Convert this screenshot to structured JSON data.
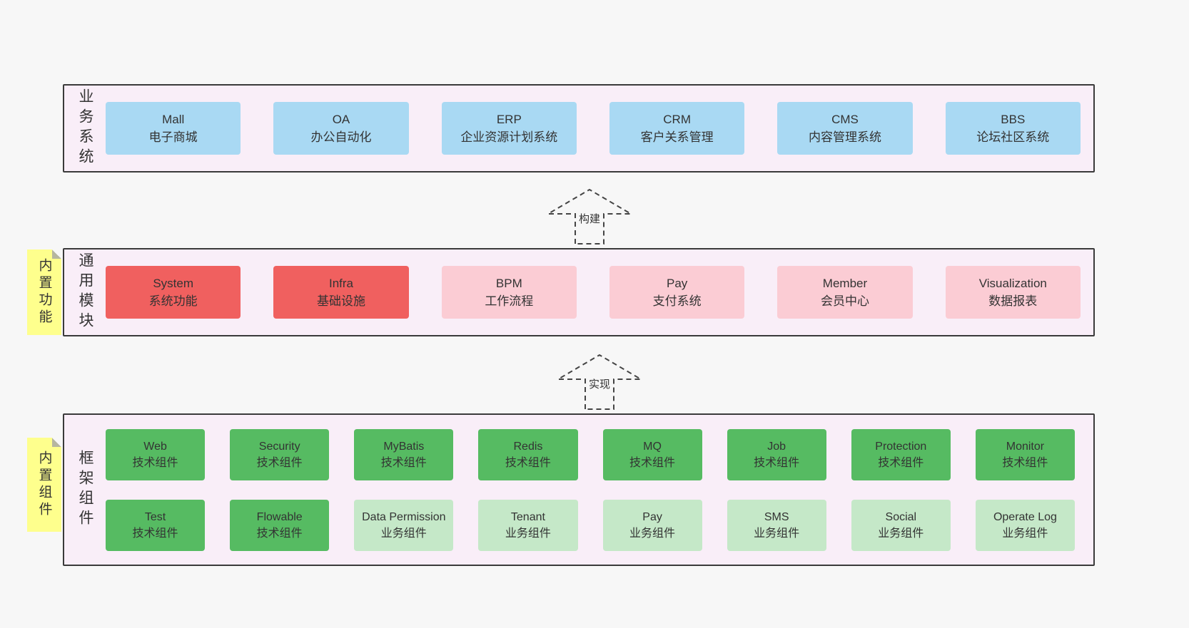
{
  "arrows": [
    {
      "label": "构建"
    },
    {
      "label": "实现"
    }
  ],
  "layers": [
    {
      "label": "业务系统",
      "boxes": [
        {
          "title": "Mall",
          "subtitle": "电子商城"
        },
        {
          "title": "OA",
          "subtitle": "办公自动化"
        },
        {
          "title": "ERP",
          "subtitle": "企业资源计划系统"
        },
        {
          "title": "CRM",
          "subtitle": "客户关系管理"
        },
        {
          "title": "CMS",
          "subtitle": "内容管理系统"
        },
        {
          "title": "BBS",
          "subtitle": "论坛社区系统"
        }
      ]
    },
    {
      "label": "通用模块",
      "sticky": "内置功能",
      "boxes": [
        {
          "title": "System",
          "subtitle": "系统功能",
          "variant": "red"
        },
        {
          "title": "Infra",
          "subtitle": "基础设施",
          "variant": "red"
        },
        {
          "title": "BPM",
          "subtitle": "工作流程",
          "variant": "pink"
        },
        {
          "title": "Pay",
          "subtitle": "支付系统",
          "variant": "pink"
        },
        {
          "title": "Member",
          "subtitle": "会员中心",
          "variant": "pink"
        },
        {
          "title": "Visualization",
          "subtitle": "数据报表",
          "variant": "pink"
        }
      ]
    },
    {
      "label": "框架组件",
      "sticky": "内置组件",
      "rows": [
        [
          {
            "title": "Web",
            "subtitle": "技术组件",
            "variant": "green"
          },
          {
            "title": "Security",
            "subtitle": "技术组件",
            "variant": "green"
          },
          {
            "title": "MyBatis",
            "subtitle": "技术组件",
            "variant": "green"
          },
          {
            "title": "Redis",
            "subtitle": "技术组件",
            "variant": "green"
          },
          {
            "title": "MQ",
            "subtitle": "技术组件",
            "variant": "green"
          },
          {
            "title": "Job",
            "subtitle": "技术组件",
            "variant": "green"
          },
          {
            "title": "Protection",
            "subtitle": "技术组件",
            "variant": "green"
          },
          {
            "title": "Monitor",
            "subtitle": "技术组件",
            "variant": "green"
          }
        ],
        [
          {
            "title": "Test",
            "subtitle": "技术组件",
            "variant": "green"
          },
          {
            "title": "Flowable",
            "subtitle": "技术组件",
            "variant": "green"
          },
          {
            "title": "Data Permission",
            "subtitle": "业务组件",
            "variant": "lightgreen"
          },
          {
            "title": "Tenant",
            "subtitle": "业务组件",
            "variant": "lightgreen"
          },
          {
            "title": "Pay",
            "subtitle": "业务组件",
            "variant": "lightgreen"
          },
          {
            "title": "SMS",
            "subtitle": "业务组件",
            "variant": "lightgreen"
          },
          {
            "title": "Social",
            "subtitle": "业务组件",
            "variant": "lightgreen"
          },
          {
            "title": "Operate Log",
            "subtitle": "业务组件",
            "variant": "lightgreen"
          }
        ]
      ]
    }
  ],
  "colors": {
    "page_background": "#f7f7f7",
    "layer_background": "#f9eef8",
    "layer_border": "#3a3a3a",
    "blue_box": "#a9d9f3",
    "red_box": "#f0605f",
    "pink_box": "#fbccd4",
    "green_box": "#56bb62",
    "light_green_box": "#c5e8c8",
    "sticky_yellow": "#feff8d",
    "text": "#333333"
  }
}
